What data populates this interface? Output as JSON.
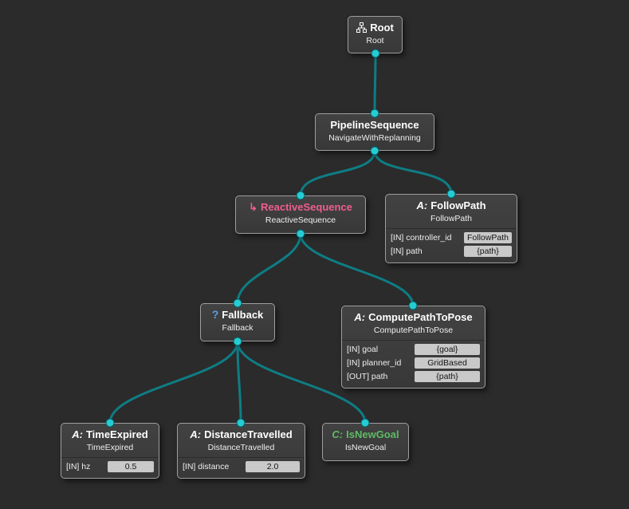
{
  "colors": {
    "background": "#2b2b2b",
    "node_background": "#3d3d3d",
    "node_border": "#9e9e9e",
    "edge": "#0e7d84",
    "port_dot": "#26ccd4",
    "reactive_sequence_title": "#ef5d8f",
    "fallback_icon": "#5aa0e6",
    "condition_title": "#5dbb63",
    "value_field_background": "#c9c9c9"
  },
  "icons": {
    "root": "tree-icon",
    "reactive_sequence_glyph": "↳",
    "fallback_glyph": "?",
    "action_prefix": "A:",
    "condition_prefix": "C:"
  },
  "nodes": {
    "root": {
      "title": "Root",
      "subtitle": "Root"
    },
    "pipeline_sequence": {
      "title": "PipelineSequence",
      "subtitle": "NavigateWithReplanning"
    },
    "reactive_sequence": {
      "icon_glyph": "↳",
      "title": "ReactiveSequence",
      "subtitle": "ReactiveSequence"
    },
    "follow_path": {
      "type_prefix": "A:",
      "title": "FollowPath",
      "subtitle": "FollowPath",
      "ports": [
        {
          "label": "[IN] controller_id",
          "value": "FollowPath"
        },
        {
          "label": "[IN] path",
          "value": "{path}"
        }
      ]
    },
    "fallback": {
      "icon_glyph": "?",
      "title": "Fallback",
      "subtitle": "Fallback"
    },
    "compute_path_to_pose": {
      "type_prefix": "A:",
      "title": "ComputePathToPose",
      "subtitle": "ComputePathToPose",
      "ports": [
        {
          "label": "[IN] goal",
          "value": "{goal}"
        },
        {
          "label": "[IN] planner_id",
          "value": "GridBased"
        },
        {
          "label": "[OUT] path",
          "value": "{path}"
        }
      ]
    },
    "time_expired": {
      "type_prefix": "A:",
      "title": "TimeExpired",
      "subtitle": "TimeExpired",
      "ports": [
        {
          "label": "[IN] hz",
          "value": "0.5"
        }
      ]
    },
    "distance_travelled": {
      "type_prefix": "A:",
      "title": "DistanceTravelled",
      "subtitle": "DistanceTravelled",
      "ports": [
        {
          "label": "[IN] distance",
          "value": "2.0"
        }
      ]
    },
    "is_new_goal": {
      "type_prefix": "C:",
      "title": "IsNewGoal",
      "subtitle": "IsNewGoal"
    }
  }
}
